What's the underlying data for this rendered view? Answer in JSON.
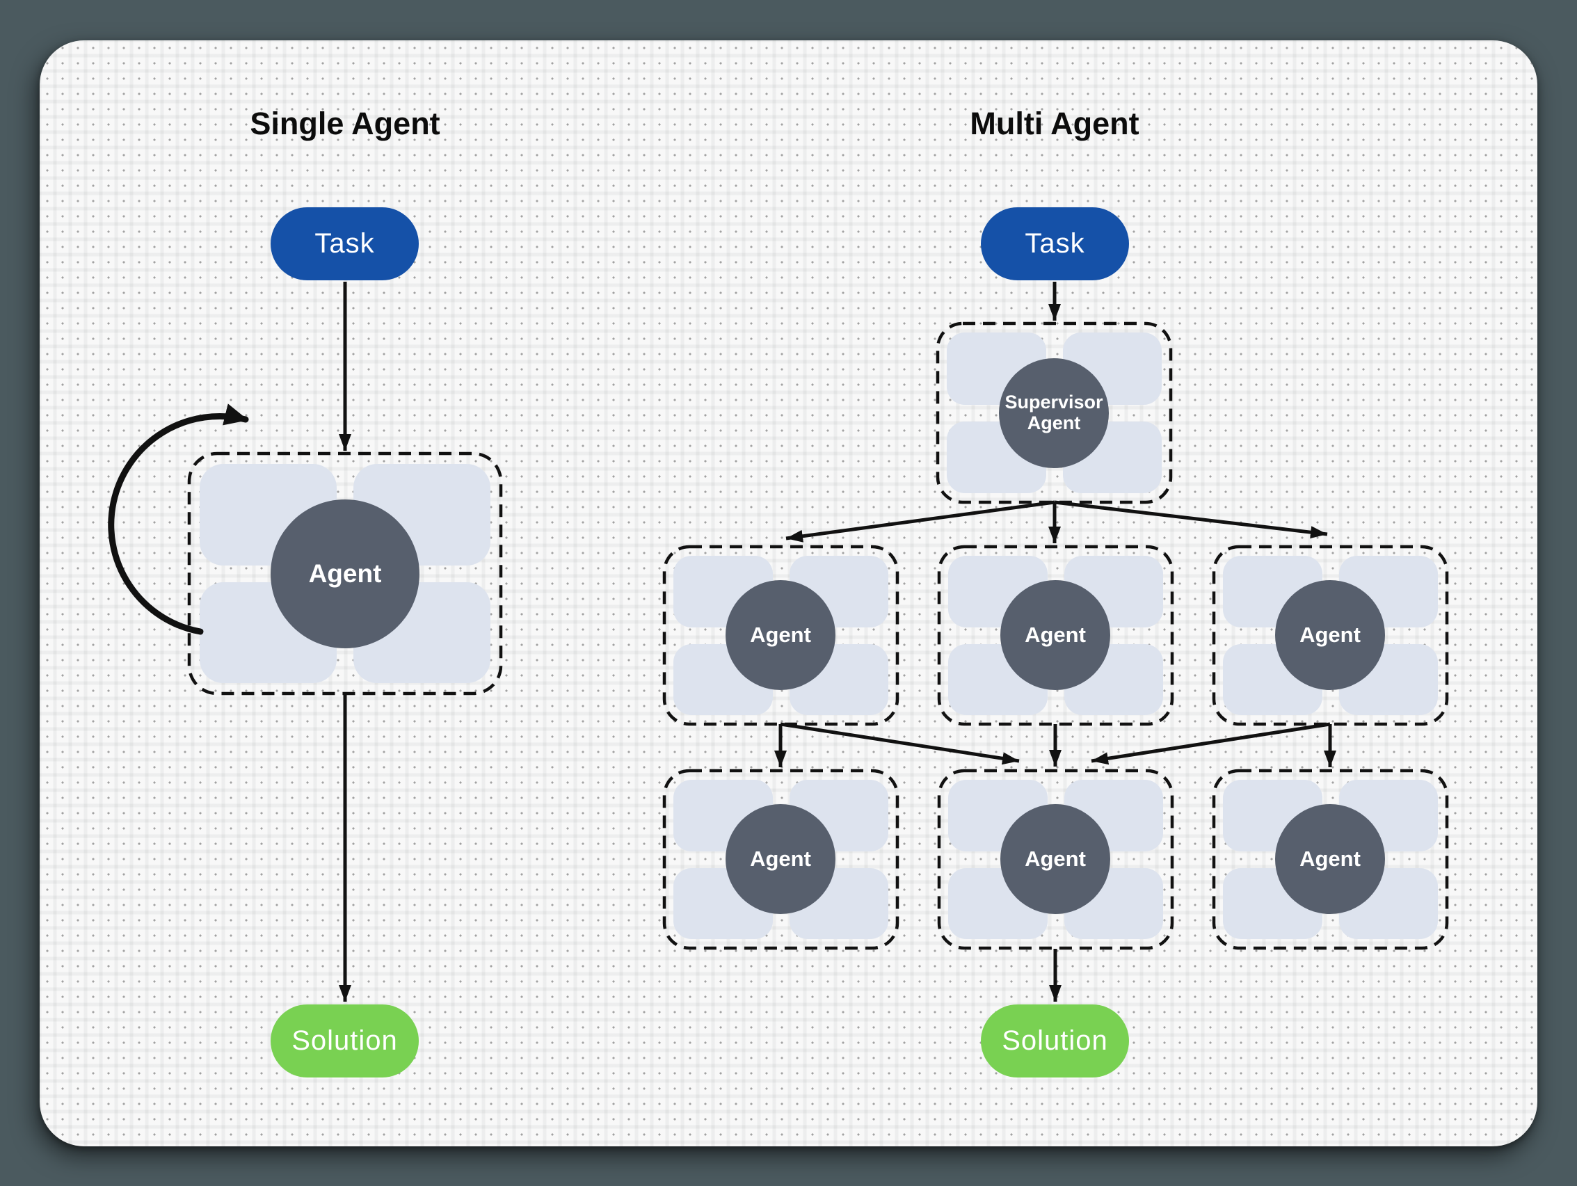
{
  "single_agent": {
    "title": "Single Agent",
    "task_label": "Task",
    "agent_label": "Agent",
    "solution_label": "Solution"
  },
  "multi_agent": {
    "title": "Multi Agent",
    "task_label": "Task",
    "supervisor_line1": "Supervisor",
    "supervisor_line2": "Agent",
    "worker_agent_label": "Agent",
    "solution_label": "Solution"
  },
  "colors": {
    "backdrop": "#4b5a5f",
    "canvas": "#f8f8f8",
    "grid_dot": "#a2a2a2",
    "task_fill": "#1551a8",
    "solution_fill": "#79d152",
    "agent_circle_fill": "#575f6d",
    "tool_tile_fill": "#dde3ee",
    "outline_and_arrows": "#111111",
    "label_on_fill": "#ffffff",
    "title_text": "#0c0c0c"
  }
}
